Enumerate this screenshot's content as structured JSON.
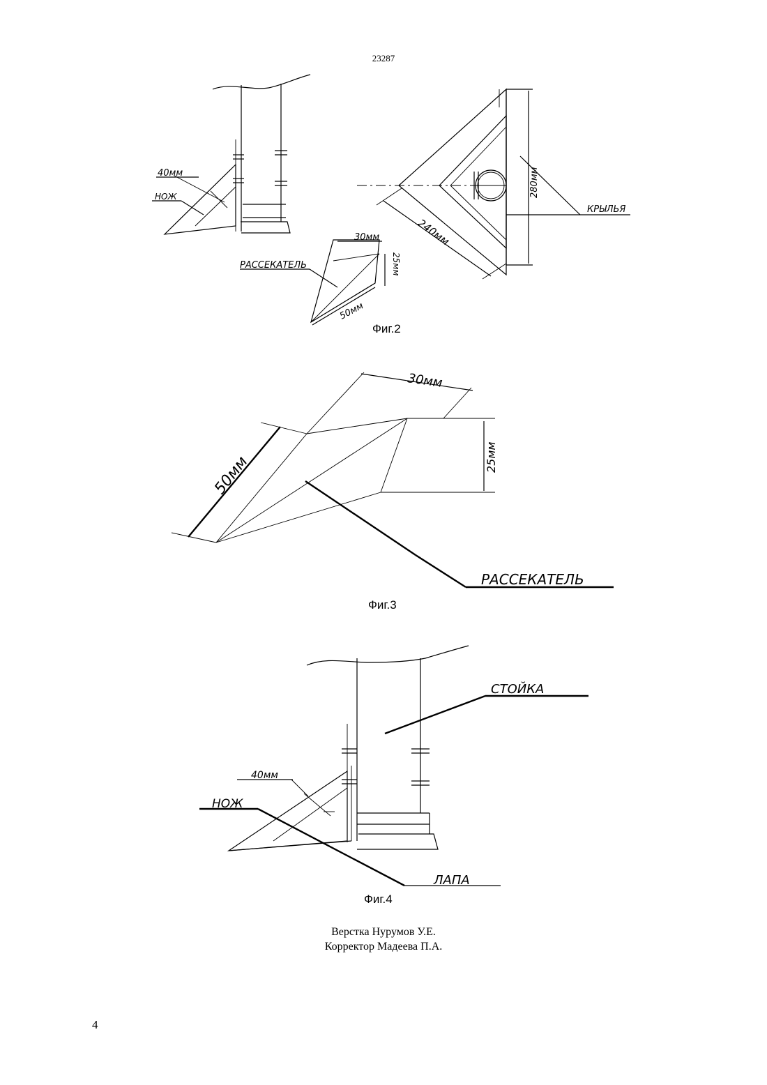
{
  "page_number_top": "23287",
  "page_number_bottom": "4",
  "fig2": {
    "caption": "Фиг.2",
    "label_40": "40мм",
    "label_knife": "НОЖ",
    "label_30": "30мм",
    "label_25": "25мм",
    "label_50": "50мм",
    "label_splitter": "РАССЕКАТЕЛЬ",
    "label_240": "240мм",
    "label_280": "280мм",
    "label_wings": "КРЫЛЬЯ"
  },
  "fig3": {
    "caption": "Фиг.3",
    "label_30": "30мм",
    "label_25": "25мм",
    "label_50": "50мм",
    "label_splitter": "РАССЕКАТЕЛЬ"
  },
  "fig4": {
    "caption": "Фиг.4",
    "label_stand": "СТОЙКА",
    "label_40": "40мм",
    "label_knife": "НОЖ",
    "label_paw": "ЛАПА"
  },
  "footer": {
    "layout": "Верстка Нурумов У.Е.",
    "corrector": "Корректор Мадеева П.А."
  }
}
